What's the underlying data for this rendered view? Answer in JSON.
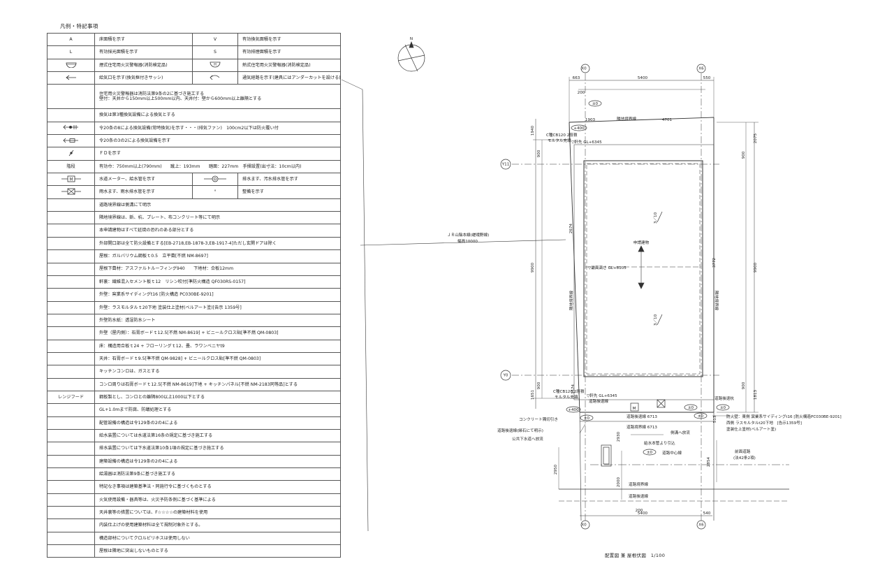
{
  "legend": {
    "title": "凡例・特記事項",
    "rows": [
      {
        "type": "pair",
        "s1": "A",
        "t1": "床面積を示す",
        "s2": "V",
        "t2": "有効換気面積を示す"
      },
      {
        "type": "pair",
        "s1": "L",
        "t1": "有効採光面積を示す",
        "s2": "S",
        "t2": "有効排煙面積を示す"
      },
      {
        "type": "pair",
        "s1": "smoke-detector-icon",
        "t1": "煙式住宅用火災警報器(消防検定品)",
        "s2": "heat-detector-icon",
        "t2": "熱式住宅用火災警報器(消防検定品)"
      },
      {
        "type": "pair",
        "s1": "supply-arrow-icon",
        "t1": "給気口を示す(換気框付きサッシ)",
        "s2": "airflow-icon",
        "t2": "通気経路を示す(建具にはアンダーカットを設ける)"
      },
      {
        "type": "note",
        "s": "",
        "lines": [
          "住宅用火災警報器は消防法第9条の2に基づき施工する",
          "壁付：天井から150mm以上500mm以内、天井付：壁から600mm以上離隔とする"
        ]
      },
      {
        "type": "note",
        "s": "",
        "lines": [
          "換気は第3種換気設備による換気とする"
        ]
      },
      {
        "type": "note",
        "s": "fan-icon",
        "lines": [
          "令20条の8による換気設備(常時換気)を示す・・・(排気ファン)　100cm2以下は防火覆い付"
        ]
      },
      {
        "type": "note",
        "s": "vent-icon",
        "lines": [
          "令20条の3の2による換気設備を示す"
        ]
      },
      {
        "type": "note",
        "s": "fire-damper-icon",
        "lines": [
          "ＦＤを示す"
        ]
      },
      {
        "type": "note",
        "s": "階段",
        "lines": [
          "有効巾：750mm以上(790mm)　　蹴上：193mm　　踏面：227mm　手摺設置(出寸法：10cm以内)"
        ]
      },
      {
        "type": "pair",
        "s1": "water-meter-icon",
        "t1": "水道メーター、給水管を示す",
        "s2": "drain-basin-icon",
        "t2": "排水ます、汚水排水管を示す"
      },
      {
        "type": "pair",
        "s1": "rain-basin-icon",
        "t1": "雨水ます、雨水排水管を示す",
        "s2": "°",
        "t2": "整備を示す"
      },
      {
        "type": "note",
        "s": "",
        "lines": [
          "道路境界線は側溝にて明示"
        ]
      },
      {
        "type": "note",
        "s": "",
        "lines": [
          "隣地境界線は、鋲、杭、プレート、布コンクリート等にて明示"
        ]
      },
      {
        "type": "note",
        "s": "",
        "lines": [
          "本申請建物はすべて延焼の恐れのある部分とする"
        ]
      },
      {
        "type": "note",
        "s": "",
        "lines": [
          "外部開口部は全て防火設備とする[EB-2718,EB-1878-3,EB-1917-4]ただし玄関ドアは除く"
        ]
      },
      {
        "type": "note",
        "s": "",
        "lines": [
          "屋根：ガルバリウム鋼板ｔ0.5　立平葺[不燃 NM-8697]"
        ]
      },
      {
        "type": "note",
        "s": "",
        "lines": [
          "屋根下葺材：アスファルトルーフィング940　　下地材：合板12mm"
        ]
      },
      {
        "type": "note",
        "s": "",
        "lines": [
          "軒裏：繊維混入セメント板ｔ12　リシン吹付[準防火構造 QF030RS-0157]"
        ]
      },
      {
        "type": "note",
        "s": "",
        "lines": [
          "外壁：窯業系サイディングt16 [防火構造 PC030BE-9201]"
        ]
      },
      {
        "type": "note",
        "s": "",
        "lines": [
          "外壁：ラスモルタルｔ20下地 塗装仕上塗材(ベルアート塗)[告示 1359号]"
        ]
      },
      {
        "type": "note",
        "s": "",
        "lines": [
          "外壁防水紙：透湿防水シート"
        ]
      },
      {
        "type": "note",
        "s": "",
        "lines": [
          "外壁（屋内側）：石膏ボードｔ12.5[不燃 NM-8619] + ビニールクロス貼[準不燃 QM-0803]"
        ]
      },
      {
        "type": "note",
        "s": "",
        "lines": [
          "床：構造用合板ｔ24 + フローリングｔ12、畳、ラワンベニヤt9"
        ]
      },
      {
        "type": "note",
        "s": "",
        "lines": [
          "天井：石膏ボードｔ9.5[準不燃 QM-9828] + ビニールクロス貼[準不燃 QM-0803]"
        ]
      },
      {
        "type": "note",
        "s": "",
        "lines": [
          "キッチンコンロは、ガスとする"
        ]
      },
      {
        "type": "note",
        "s": "",
        "lines": [
          "コンロ周りは石膏ボードｔ12.5[不燃 NM-8619]下地 + キッチンパネル[不燃 NM-2183同等品]とする"
        ]
      },
      {
        "type": "note",
        "s": "レンジフード",
        "lines": [
          "鋼板製とし、コンロとの離隔800以上1000以下とする"
        ]
      },
      {
        "type": "note",
        "s": "",
        "lines": [
          "GL+1.0mまで防腐、防蟻処理とする"
        ]
      },
      {
        "type": "note",
        "s": "",
        "lines": [
          "配管設備の構造は令129条の2の4による"
        ]
      },
      {
        "type": "note",
        "s": "",
        "lines": [
          "給水装置については水道法第16条の規定に基づき施工する"
        ]
      },
      {
        "type": "note",
        "s": "",
        "lines": [
          "排水装置については下水道法第10条1項の規定に基づき施工する"
        ]
      },
      {
        "type": "note",
        "s": "",
        "lines": [
          "建築設備の構造は令129条の2の4による"
        ]
      },
      {
        "type": "note",
        "s": "",
        "lines": [
          "給湯器は消防法第9条に基づき施工する"
        ]
      },
      {
        "type": "note",
        "s": "",
        "lines": [
          "特記なき事項は建築基準法・同施行令に基づくものとする"
        ]
      },
      {
        "type": "note",
        "s": "",
        "lines": [
          "火気使用設備・器具等は、火災予防条例に基づく基準による"
        ]
      },
      {
        "type": "note",
        "s": "",
        "lines": [
          "天井裏等の措置については、F☆☆☆☆の建築材料を使用"
        ]
      },
      {
        "type": "note",
        "s": "",
        "lines": [
          "内装仕上げの使用建築材料は全て規制対象外とする。"
        ]
      },
      {
        "type": "note",
        "s": "",
        "lines": [
          "構造部材についてクロルピリホスは使用しない"
        ]
      },
      {
        "type": "note",
        "s": "",
        "lines": [
          "屋根は隣地に突出しないものとする"
        ]
      }
    ]
  },
  "plan": {
    "compass_label": "N",
    "grid": {
      "x_left": "X0",
      "x_right": "X6",
      "y_top": "Y11",
      "y_bottom": "Y0"
    },
    "dims": {
      "top_left_offset": "663",
      "top_width": "5400",
      "top_right_offset": "550",
      "inner_200": "200",
      "bottom_width": "5400",
      "bottom_right_offset": "540",
      "left_total": "9900",
      "right_total": "9900",
      "left_upper": "1940",
      "left_900": "900",
      "left_lower": "1651",
      "left_lower_900": "900",
      "right_upper": "2075",
      "right_900": "900",
      "right_lower": "1813",
      "right_900b": "900",
      "dist_2674": "2674",
      "dist_3772": "3772",
      "dist_4701": "4701",
      "dist_1903": "1903",
      "dist_3574": "3574",
      "dist_2950": "2950",
      "dist_2000": "2000",
      "dist_2930": "2930",
      "dist_2854": "2854",
      "dist_513": "513"
    },
    "notes": {
      "site_boundary": "隣地境界線",
      "block_top": "C種CB120 2段積",
      "mortar_top": "モルタル充填",
      "eave_top": "▽軒先 GL+6345",
      "plus_minus_0": "±0",
      "plus_400": "+400",
      "boundary_left": "隣地境界線",
      "boundary_right": "隣地境界線",
      "jr_line": "ＪＲ山陰本線(嵯峨野線)",
      "jr_width": "幅員10000",
      "building": "申請建物",
      "max_height": "▽最高高さ GL+8105",
      "slope": "3／10",
      "block_bottom": "C種CB120 2段積",
      "mortar_bottom": "モルタル充填",
      "eave_bottom": "▽軒先 GL+6345",
      "road_retreat": "道路後退線",
      "concrete": "コンクリート隅切引き",
      "road_retreat_line": "道路後退線 6713",
      "road_retreat_stone": "道路後退線(縁石にて明示)",
      "sewer": "公共下水道へ放流",
      "road_boundary_6713": "道路境界線 6713",
      "water_supply": "給水本管より引込",
      "gutter": "側溝へ放流",
      "road_center": "道路中心線",
      "front_road": "前面道路",
      "front_road_law": "(法42条2項)",
      "road_boundary": "道路境界線",
      "road_retreat2": "道路後退線",
      "road_retreat_post": "道路後退杭",
      "fire_note1": "防火壁：東側 窯業系サイディングt16 [防火構造PC030BE-9201]",
      "fire_note2": "西側 ラスモルタルt20下地　[告示1359号]",
      "fire_note3": "塗装仕上塗材(ベルアート塗)",
      "meter_m": "M"
    },
    "drawing_title": "配置図 兼 屋根伏図　1/100"
  }
}
